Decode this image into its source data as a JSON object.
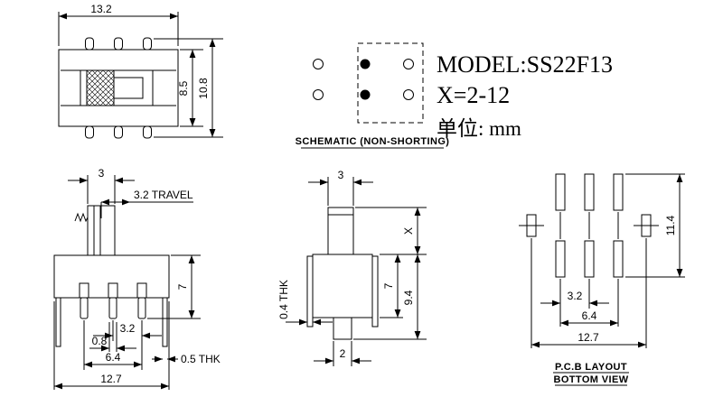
{
  "title_block": {
    "model": "MODEL:SS22F13",
    "x_spec": "X=2-12",
    "unit": "单位: mm"
  },
  "schematic": {
    "caption": "SCHEMATIC (NON-SHORTING)"
  },
  "top_view": {
    "dims": {
      "width": "13.2",
      "body_height": "8.5",
      "overall_height": "10.8"
    }
  },
  "front_view": {
    "dims": {
      "knob_width": "3",
      "travel": "3.2 TRAVEL",
      "height": "7",
      "pin_pitch": "3.2",
      "pin_width": "0.8",
      "pin_span": "6.4",
      "bracket_thickness": "0.5 THK",
      "overall_width": "12.7"
    }
  },
  "side_view": {
    "dims": {
      "knob_width": "3",
      "knob_height": "X",
      "cover_thickness": "0.4 THK",
      "body_height": "7",
      "overall_height": "9.4",
      "pin_width": "2"
    }
  },
  "pcb_view": {
    "caption_line1": "P.C.B LAYOUT",
    "caption_line2": "BOTTOM VIEW",
    "dims": {
      "overall_height": "11.4",
      "pad_pitch": "3.2",
      "pad_span": "6.4",
      "overall_width": "12.7"
    }
  },
  "colors": {
    "line": "#000000",
    "background": "#ffffff"
  }
}
